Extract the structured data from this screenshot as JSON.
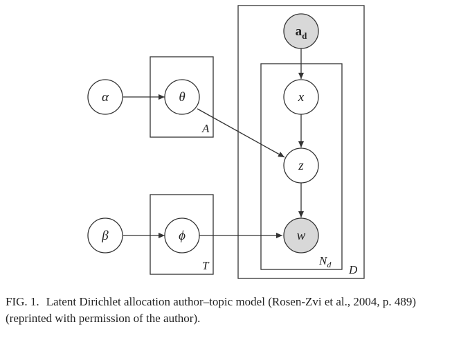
{
  "diagram": {
    "nodes": {
      "alpha": {
        "label": "α",
        "observed": false
      },
      "theta": {
        "label": "θ",
        "observed": false
      },
      "beta": {
        "label": "β",
        "observed": false
      },
      "phi": {
        "label": "ϕ",
        "observed": false
      },
      "ad": {
        "label": "a",
        "subscript": "d",
        "observed": true
      },
      "x": {
        "label": "x",
        "observed": false
      },
      "z": {
        "label": "z",
        "observed": false
      },
      "w": {
        "label": "w",
        "observed": true
      }
    },
    "plates": {
      "A": {
        "label": "A"
      },
      "T": {
        "label": "T"
      },
      "D": {
        "label": "D"
      },
      "Nd": {
        "label": "N",
        "subscript": "d"
      }
    },
    "edges": [
      {
        "from": "alpha",
        "to": "theta"
      },
      {
        "from": "beta",
        "to": "phi"
      },
      {
        "from": "ad",
        "to": "x"
      },
      {
        "from": "x",
        "to": "z"
      },
      {
        "from": "theta",
        "to": "z"
      },
      {
        "from": "z",
        "to": "w"
      },
      {
        "from": "phi",
        "to": "w"
      }
    ],
    "colors": {
      "observed_fill": "#d8d8d8",
      "latent_fill": "#ffffff",
      "stroke": "#333333"
    }
  },
  "caption": {
    "label": "FIG. 1.",
    "text": "Latent Dirichlet allocation author–topic model (Rosen-Zvi et al., 2004, p. 489) (reprinted with permission of the author)."
  }
}
